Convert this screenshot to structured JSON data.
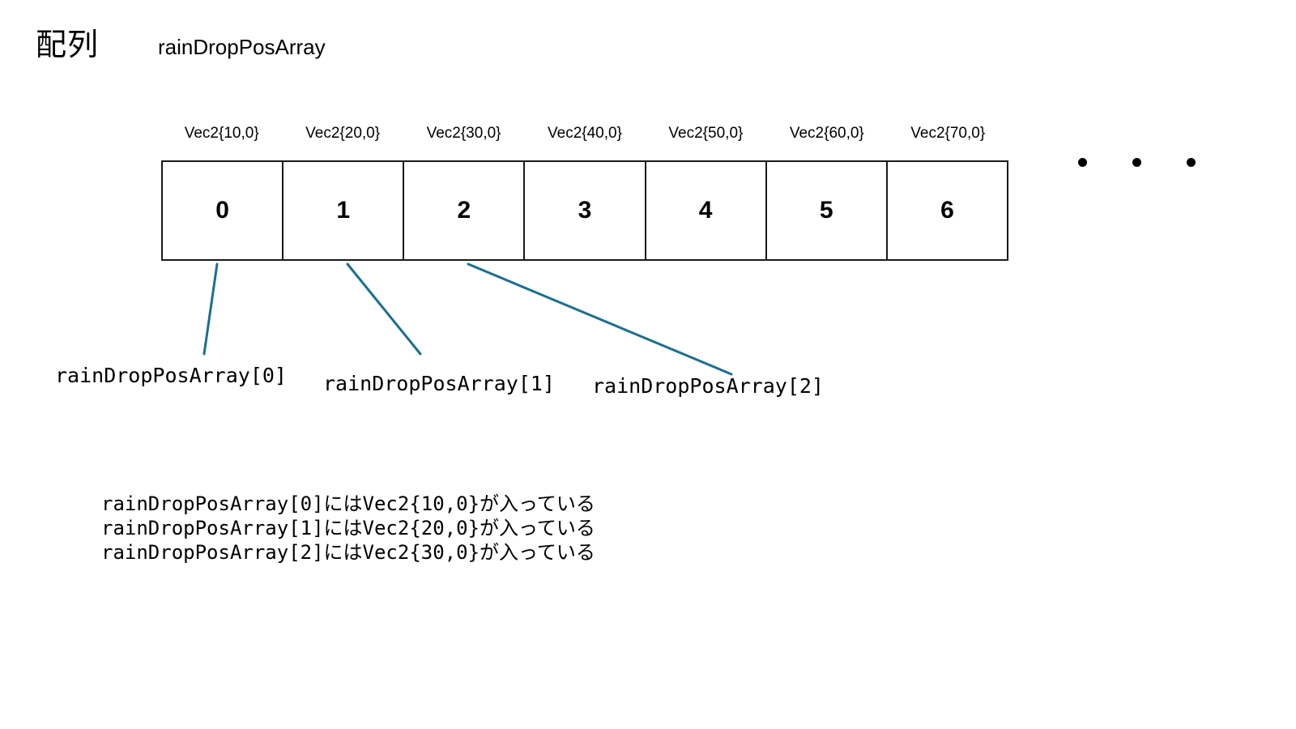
{
  "heading": {
    "jp_label": "配列",
    "variable_name": "rainDropPosArray"
  },
  "array": {
    "value_labels": [
      "Vec2{10,0}",
      "Vec2{20,0}",
      "Vec2{30,0}",
      "Vec2{40,0}",
      "Vec2{50,0}",
      "Vec2{60,0}",
      "Vec2{70,0}"
    ],
    "indices": [
      "0",
      "1",
      "2",
      "3",
      "4",
      "5",
      "6"
    ],
    "continuation": "…",
    "border_color": "#1a1a1a"
  },
  "callouts": [
    {
      "text": "rainDropPosArray[0]"
    },
    {
      "text": "rainDropPosArray[1]"
    },
    {
      "text": "rainDropPosArray[2]"
    }
  ],
  "connector": {
    "color": "#1b6e93",
    "width": 3
  },
  "explanation": {
    "lines": [
      "rainDropPosArray[0]にはVec2{10,0}が入っている",
      "rainDropPosArray[1]にはVec2{20,0}が入っている",
      "rainDropPosArray[2]にはVec2{30,0}が入っている"
    ]
  }
}
